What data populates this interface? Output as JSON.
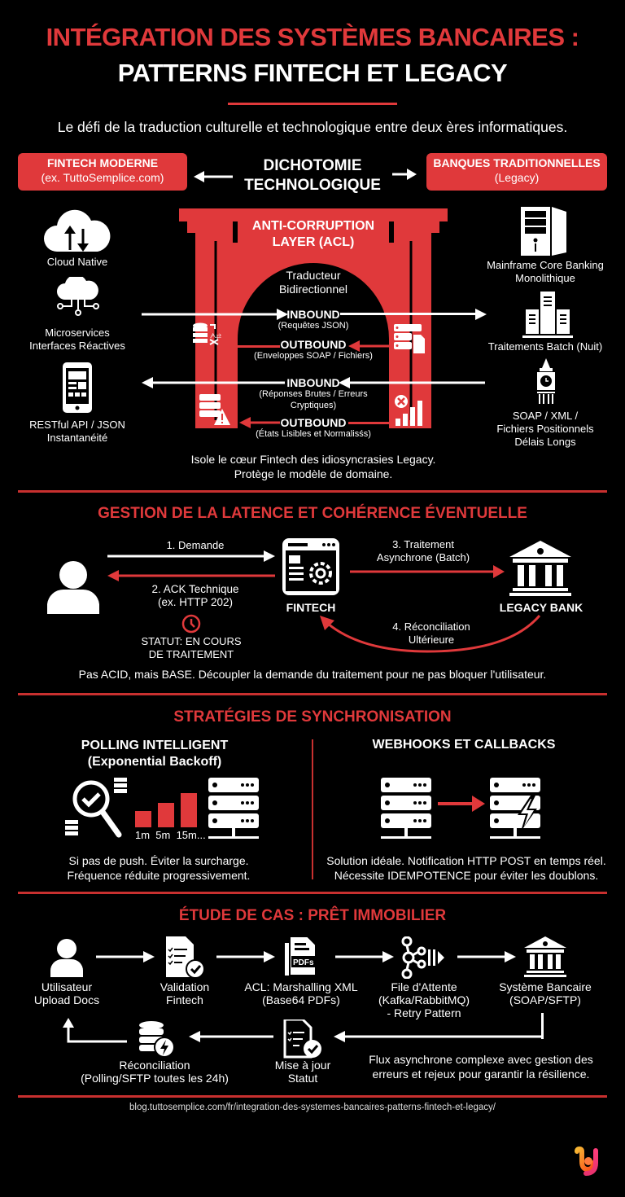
{
  "header": {
    "title_line1": "INTÉGRATION DES SYSTÈMES BANCAIRES :",
    "title_line2": "PATTERNS FINTECH ET LEGACY",
    "subtitle": "Le défi de la traduction culturelle et technologique entre deux ères informatiques."
  },
  "dichotomy": {
    "left_box": {
      "title": "FINTECH MODERNE",
      "subtitle": "(ex. TuttoSemplice.com)"
    },
    "center_line1": "DICHOTOMIE",
    "center_line2": "TECHNOLOGIQUE",
    "right_box": {
      "title": "BANQUES TRADITIONNELLES",
      "subtitle": "(Legacy)"
    }
  },
  "fintech_side": [
    {
      "icon": "cloud-sync-icon",
      "label": "Cloud Native"
    },
    {
      "icon": "cloud-network-icon",
      "label_line1": "Microservices",
      "label_line2": "Interfaces Réactives"
    },
    {
      "icon": "smartphone-icon",
      "label_line1": "RESTful API / JSON",
      "label_line2": "Instantanéité"
    }
  ],
  "legacy_side": [
    {
      "icon": "mainframe-server-icon",
      "label_line1": "Mainframe Core Banking",
      "label_line2": "Monolithique"
    },
    {
      "icon": "batch-servers-icon",
      "label": "Traitements Batch (Nuit)"
    },
    {
      "icon": "clock-tower-icon",
      "label_line1": "SOAP / XML /",
      "label_line2": "Fichiers Positionnels",
      "label_line3": "Délais Longs"
    }
  ],
  "acl": {
    "title_line1": "ANTI-CORRUPTION",
    "title_line2": "LAYER (ACL)",
    "translator_line1": "Traducteur",
    "translator_line2": "Bidirectionnel",
    "flows": [
      {
        "direction": "INBOUND",
        "detail": "(Requêtes JSON)"
      },
      {
        "direction": "OUTBOUND",
        "detail": "(Enveloppes SOAP / Fichiers)"
      },
      {
        "direction": "INBOUND",
        "detail_line1": "(Réponses Brutes / Erreurs",
        "detail_line2": "Cryptiques)"
      },
      {
        "direction": "OUTBOUND",
        "detail": "(États Lisibles et Normalisśs)"
      }
    ],
    "caption_line1": "Isole le cœur Fintech des idiosyncrasies Legacy.",
    "caption_line2": "Protège le modèle de domaine."
  },
  "latency": {
    "title": "GESTION DE LA LATENCE ET COHÉRENCE ÉVENTUELLE",
    "step1": "1. Demande",
    "step2_line1": "2. ACK Technique",
    "step2_line2": "(ex. HTTP 202)",
    "status_line1": "STATUT: EN COURS",
    "status_line2": "DE TRAITEMENT",
    "fintech_label": "FINTECH",
    "step3_line1": "3. Traitement",
    "step3_line2": "Asynchrone (Batch)",
    "bank_label": "LEGACY BANK",
    "step4_line1": "4. Réconciliation",
    "step4_line2": "Ultérieure",
    "caption": "Pas ACID, mais BASE. Découpler la demande du traitement pour ne pas bloquer l'utilisateur."
  },
  "sync": {
    "title": "STRATÉGIES DE SYNCHRONISATION",
    "polling": {
      "title": "POLLING INTELLIGENT",
      "subtitle": "(Exponential Backoff)",
      "intervals": "1m  5m  15m...",
      "caption_line1": "Si pas de push. Éviter la surcharge.",
      "caption_line2": "Fréquence réduite progressivement."
    },
    "webhooks": {
      "title": "WEBHOOKS ET CALLBACKS",
      "caption_line1": "Solution idéale. Notification HTTP POST en temps réel.",
      "caption_line2": "Nécessite IDEMPOTENCE pour éviter les doublons."
    }
  },
  "case_study": {
    "title": "ÉTUDE DE CAS : PRÊT IMMOBILIER",
    "steps_top": [
      {
        "icon": "user-icon",
        "line1": "Utilisateur",
        "line2": "Upload Docs"
      },
      {
        "icon": "checklist-icon",
        "line1": "Validation",
        "line2": "Fintech"
      },
      {
        "icon": "pdf-documents-icon",
        "line1": "ACL: Marshalling XML",
        "line2": "(Base64 PDFs)"
      },
      {
        "icon": "message-queue-icon",
        "line1": "File d'Attente",
        "line2": "(Kafka/RabbitMQ)",
        "line3": "- Retry Pattern"
      },
      {
        "icon": "bank-icon",
        "line1": "Système Bancaire",
        "line2": "(SOAP/SFTP)"
      }
    ],
    "steps_bottom": [
      {
        "icon": "database-bolt-icon",
        "line1": "Réconciliation",
        "line2": "(Polling/SFTP toutes les 24h)"
      },
      {
        "icon": "status-update-icon",
        "line1": "Mise à jour",
        "line2": "Statut"
      }
    ],
    "caption_line1": "Flux asynchrone complexe avec gestion des",
    "caption_line2": "erreurs et rejeux pour garantir la résilience."
  },
  "footer": {
    "url": "blog.tuttosemplice.com/fr/integration-des-systemes-bancaires-patterns-fintech-et-legacy/"
  },
  "colors": {
    "accent": "#e0393b",
    "background": "#000000",
    "text": "#ffffff"
  }
}
